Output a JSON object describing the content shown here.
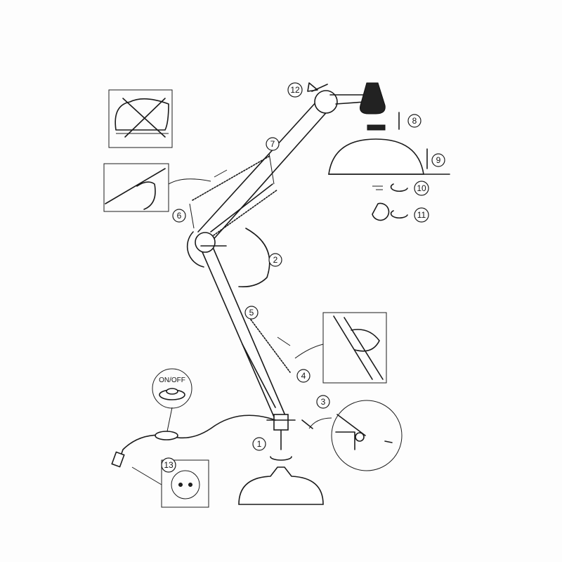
{
  "title": "Floor lamp assembly diagram",
  "steps": [
    "1",
    "2",
    "3",
    "4",
    "5",
    "6",
    "7",
    "8",
    "9",
    "10",
    "11",
    "12",
    "13"
  ],
  "switch_label": "ON/OFF"
}
